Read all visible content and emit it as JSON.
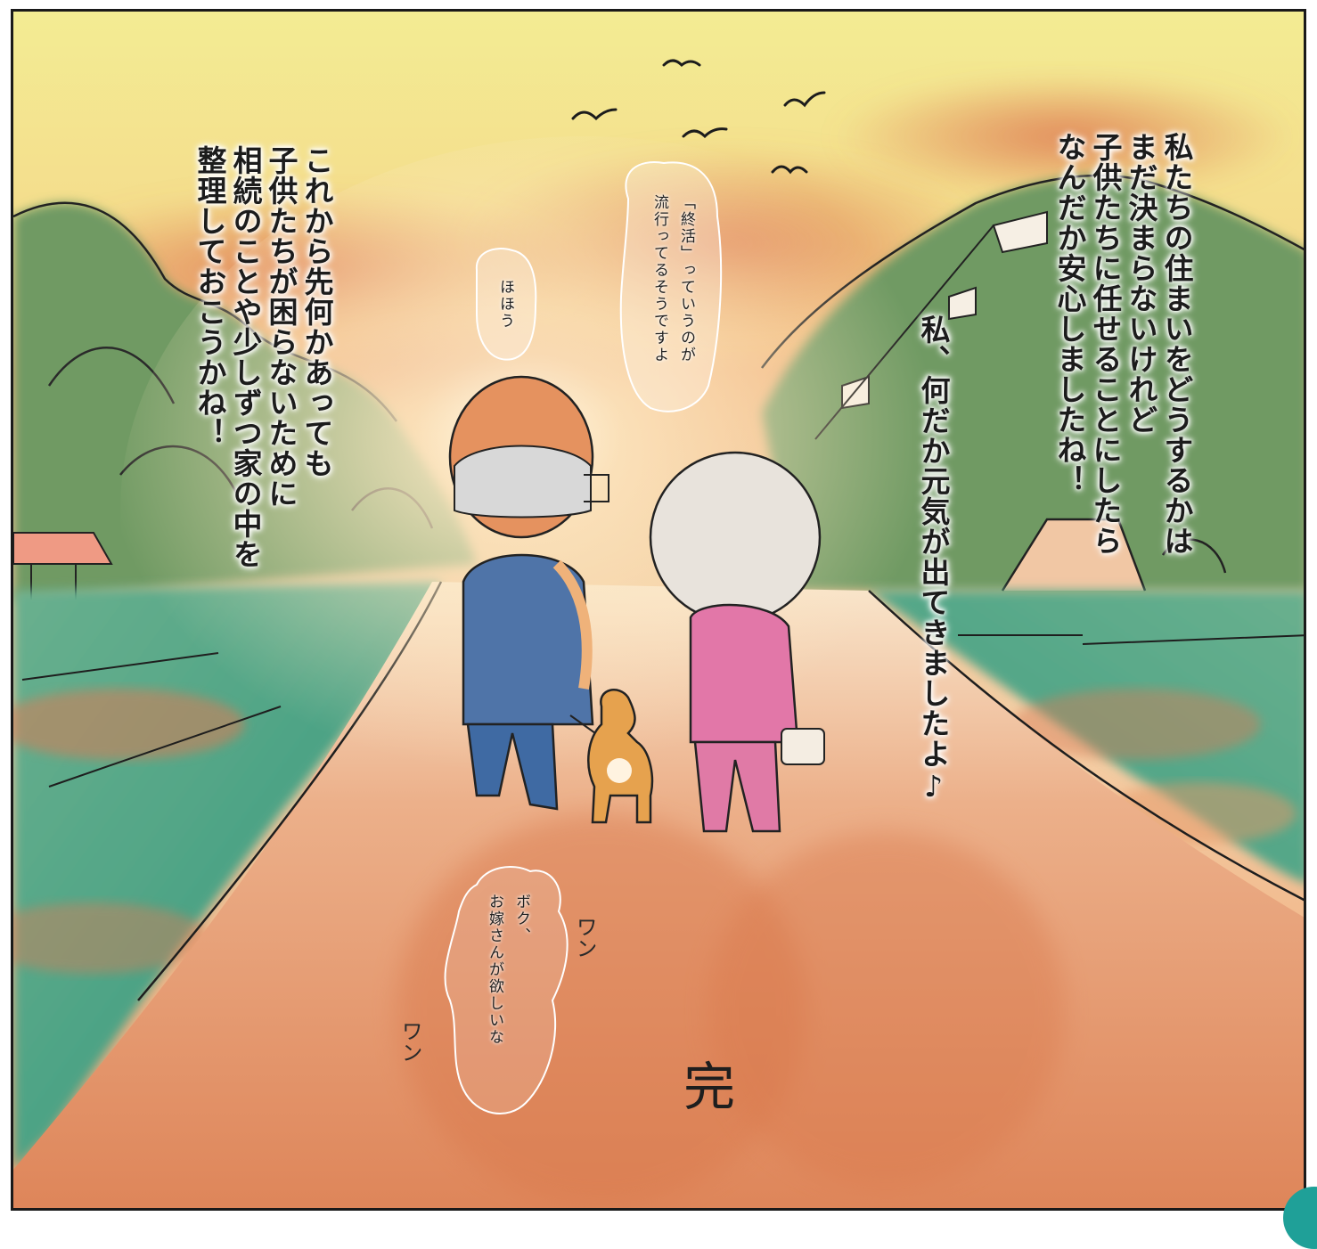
{
  "narration": {
    "left": [
      "これから先何かあっても",
      "子供たちが困らないために",
      "相続のことや少しずつ家の中を",
      "整理しておこうかね！"
    ],
    "right": [
      "私たちの住まいをどうするかは",
      "まだ決まらないけれど",
      "子供たちに任せることにしたら",
      "なんだか安心しましたね！"
    ],
    "right_second": "私、何だか元気が出てきましたよ♪"
  },
  "bubbles": {
    "hohou": "ほほう",
    "shukatsu": [
      "「終活」っていうのが",
      "流行ってるそうですよ"
    ],
    "dog": [
      "ボク、",
      "お嫁さんが欲しいな"
    ]
  },
  "sfx": {
    "wan_1": "ワン",
    "wan_2": "ワン"
  },
  "end_mark": "完",
  "colors": {
    "sky_top": "#f3ec93",
    "sky_glow": "#e88a5a",
    "hills": "#6f9a63",
    "field": "#3f9f86",
    "road": "#e5905f",
    "man_jacket": "#4f74a8",
    "woman_outfit": "#e277a8",
    "dog": "#e6a24e",
    "badge": "#1fa098"
  }
}
